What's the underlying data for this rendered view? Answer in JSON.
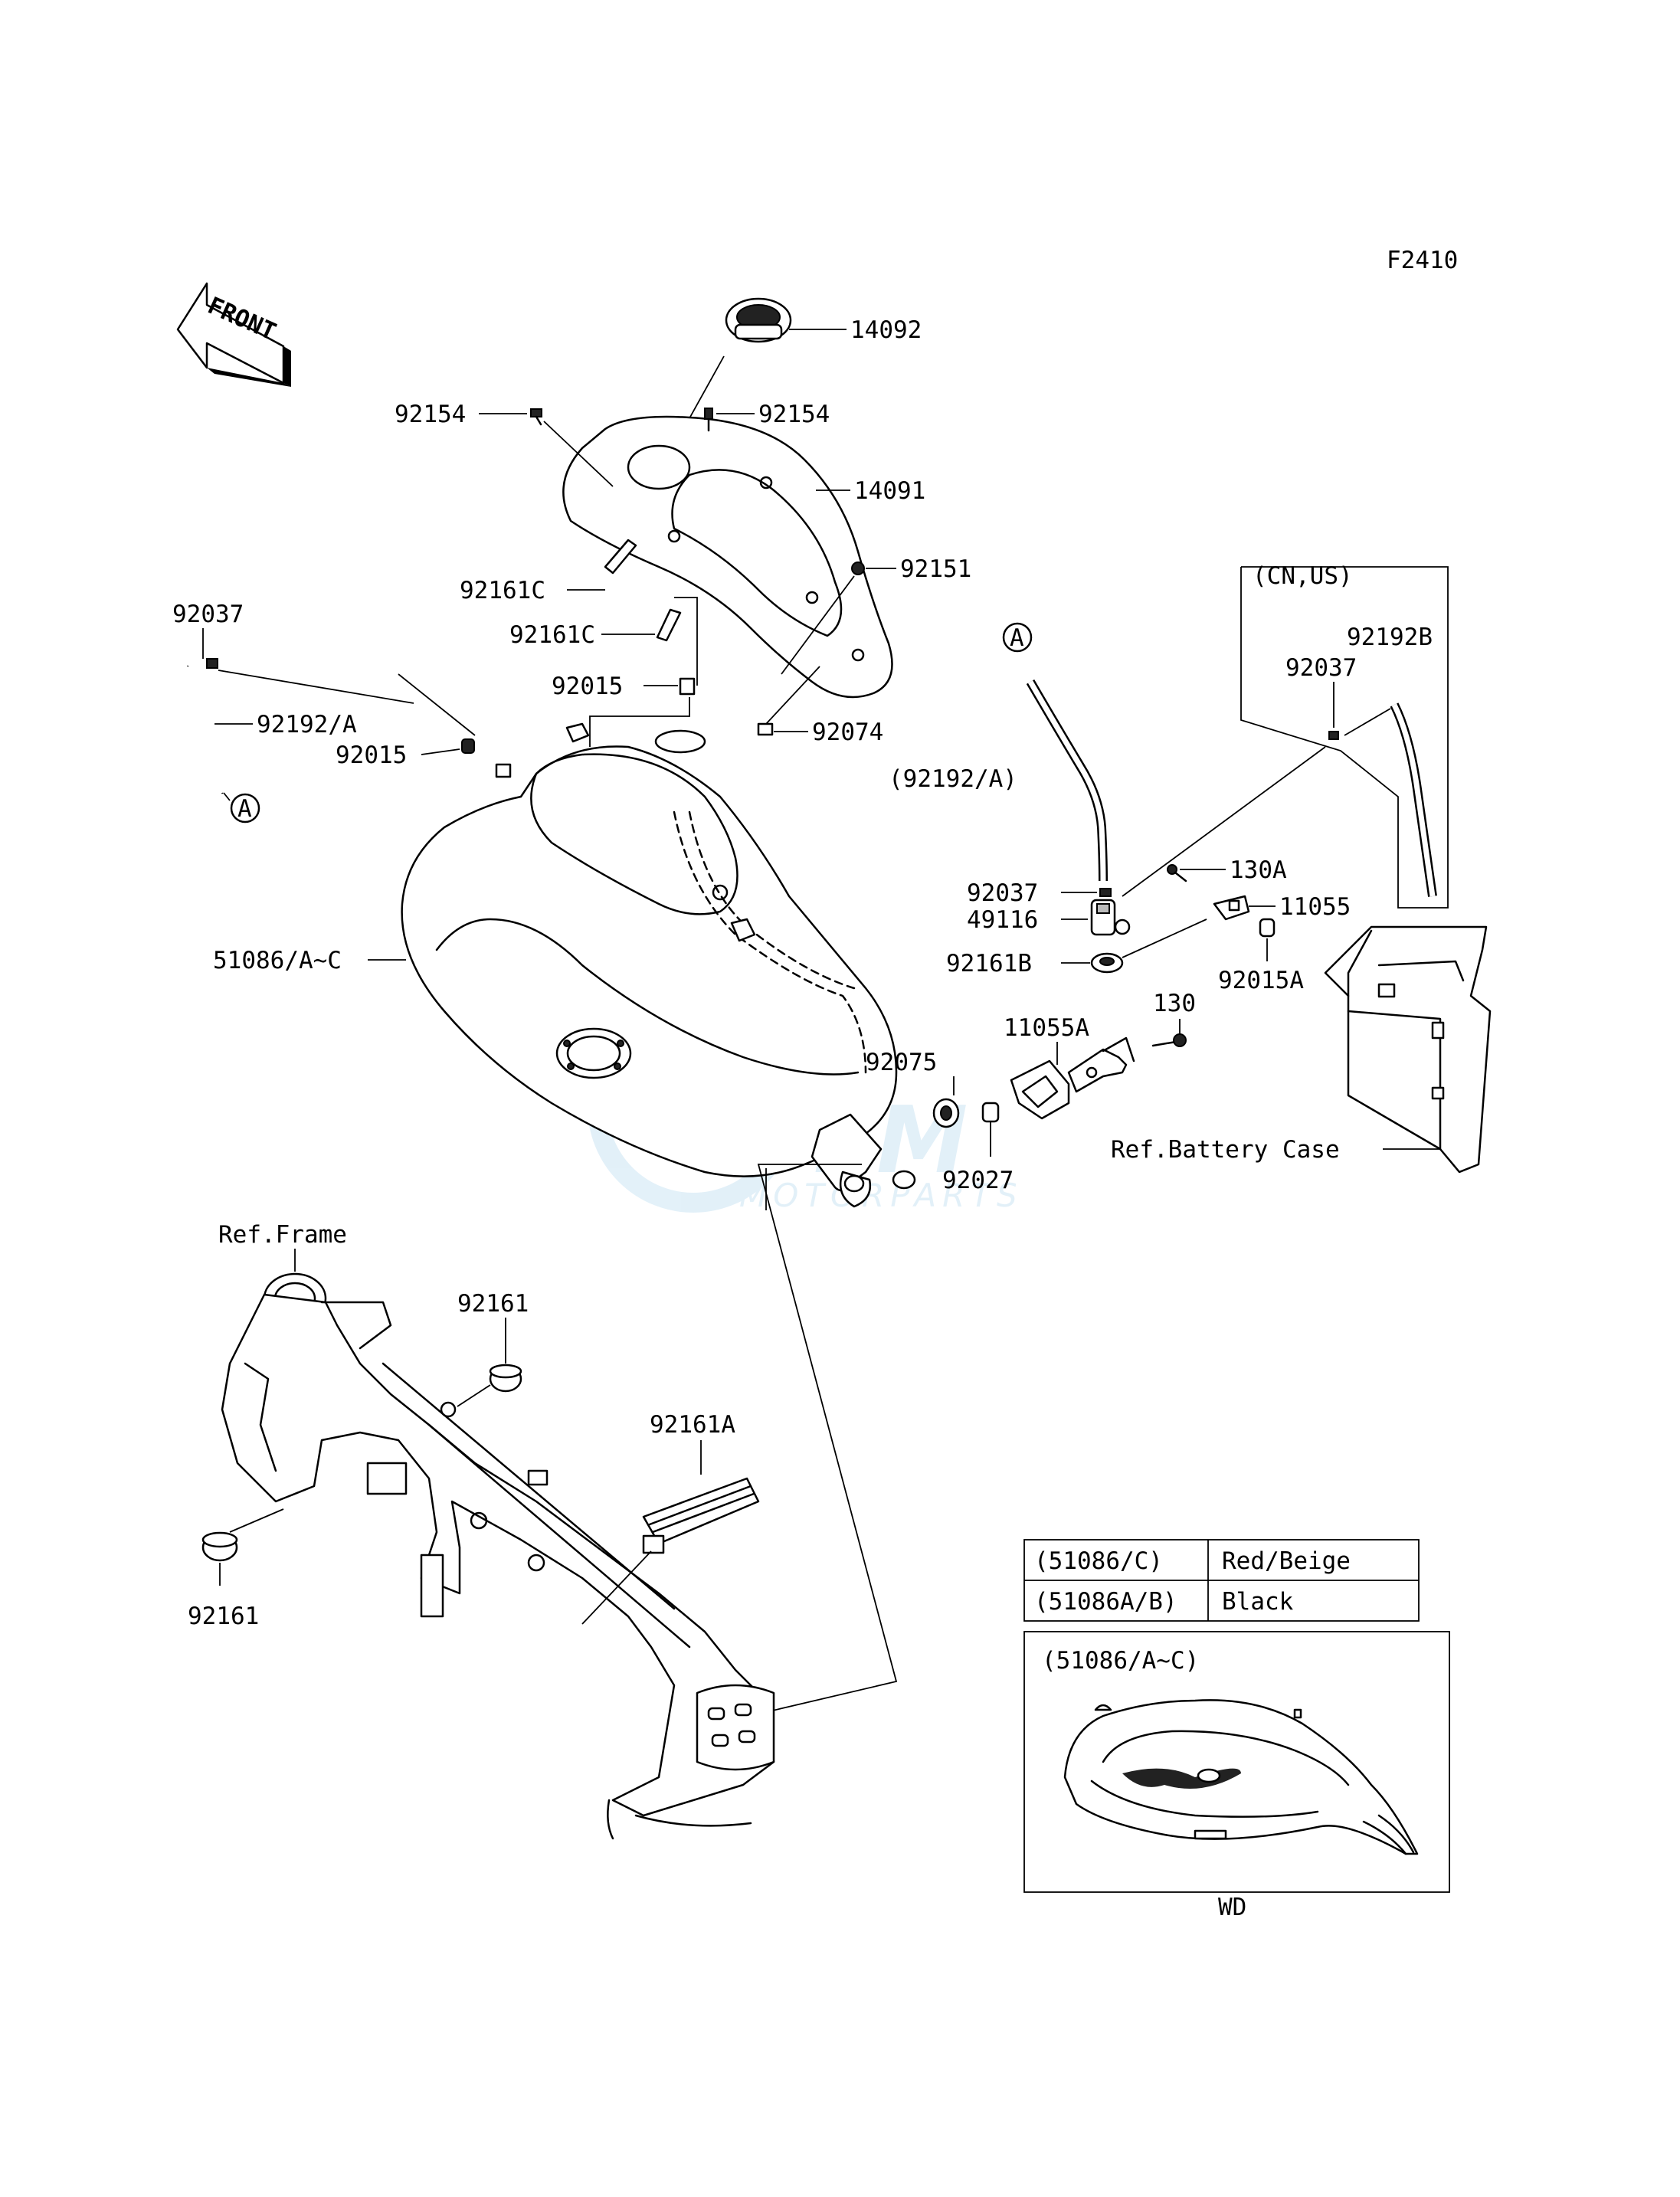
{
  "figure_code": "F2410",
  "front_arrow": {
    "text": "FRONT",
    "icon": "front-arrow-icon"
  },
  "part_labels": {
    "p14092": "14092",
    "p92154_left": "92154",
    "p92154_right": "92154",
    "p14091": "14091",
    "p92037_left": "92037",
    "p92161c_1": "92161C",
    "p92161c_2": "92161C",
    "p92151": "92151",
    "p92015_center": "92015",
    "p92192a_left": "92192/A",
    "p92015_left": "92015",
    "p92074": "92074",
    "p92192a_center": "(92192/A)",
    "p92037_center": "92037",
    "p49116": "49116",
    "p92161b": "92161B",
    "p51086": "51086/A~C",
    "p130a": "130A",
    "p11055": "11055",
    "p92015a": "92015A",
    "p130": "130",
    "p11055a": "11055A",
    "p92075": "92075",
    "p92027": "92027",
    "p92161_upper": "92161",
    "p92161a": "92161A",
    "p92161_lower": "92161",
    "p92192b": "92192B",
    "p92037_right": "92037"
  },
  "connector_marks": {
    "left": "A",
    "center": "A"
  },
  "region_note": "(CN,US)",
  "references": {
    "battery_case": "Ref.Battery Case",
    "frame": "Ref.Frame"
  },
  "color_table": {
    "rows": [
      {
        "part": "(51086/C)",
        "color": "Red/Beige"
      },
      {
        "part": "(51086A/B)",
        "color": "Black"
      }
    ]
  },
  "inset": {
    "title": "(51086/A~C)",
    "caption": "WD"
  },
  "watermark": {
    "brand": "OEM",
    "sub": "MOTORPARTS"
  }
}
